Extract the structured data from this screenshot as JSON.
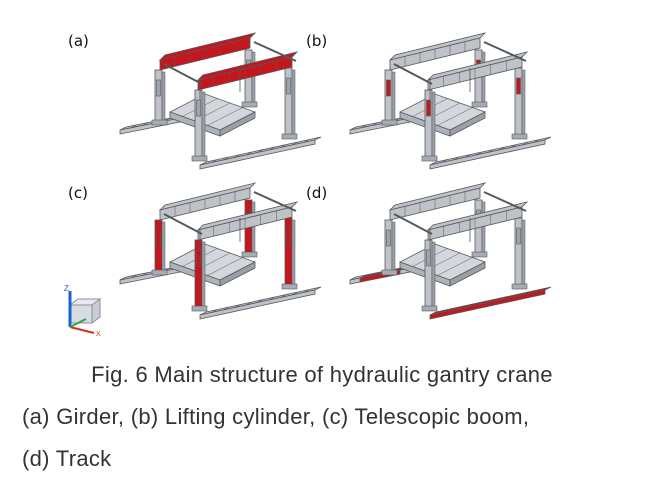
{
  "panels": [
    {
      "label": "(a)",
      "highlight": "girder"
    },
    {
      "label": "(b)",
      "highlight": "lifting-cylinder"
    },
    {
      "label": "(c)",
      "highlight": "telescopic-boom"
    },
    {
      "label": "(d)",
      "highlight": "track"
    }
  ],
  "caption": {
    "line1": "Fig. 6 Main structure of hydraulic gantry crane",
    "line2": "(a) Girder, (b) Lifting cylinder, (c) Telescopic boom,",
    "line3": "(d) Track"
  },
  "axis_labels": {
    "z": "Z",
    "x": "X"
  },
  "colors": {
    "highlight": "#c4161c",
    "structure": "#bfc3c7",
    "edge": "#55595e",
    "axis_z": "#1b5fd6",
    "axis_x": "#d6301b",
    "axis_y": "#2aa84a"
  }
}
